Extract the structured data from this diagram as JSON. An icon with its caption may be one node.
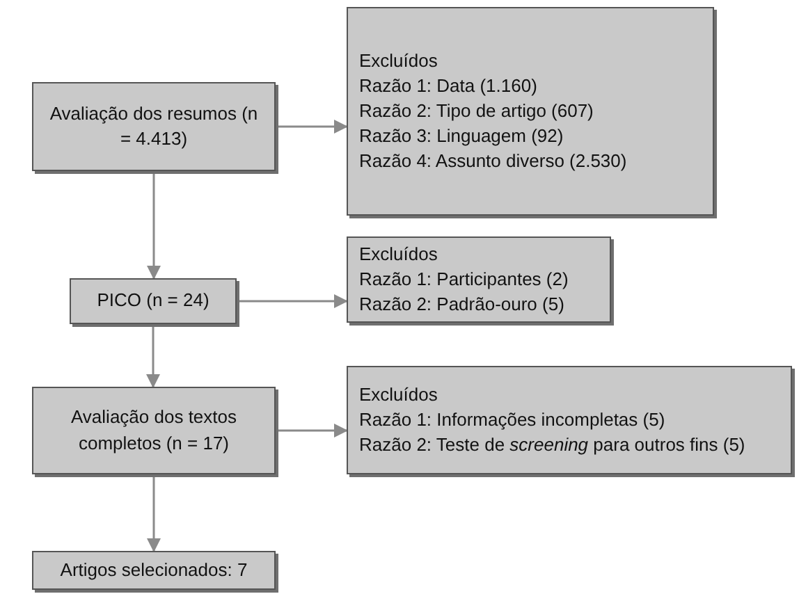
{
  "diagram": {
    "nodes": [
      {
        "text": [
          "Avaliação dos resumos (n = 4.413)"
        ]
      },
      {
        "text": [
          "Excluídos",
          "Razão 1: Data (1.160)",
          "Razão 2: Tipo de artigo (607)",
          "Razão 3: Linguagem (92)",
          "Razão 4: Assunto diverso (2.530)"
        ]
      },
      {
        "text": [
          "PICO (n = 24)"
        ]
      },
      {
        "text": [
          "Excluídos",
          "Razão 1: Participantes (2)",
          "Razão 2: Padrão-ouro (5)"
        ]
      },
      {
        "text": [
          "Avaliação dos textos completos (n = 17)"
        ]
      },
      {
        "text": [
          "Excluídos",
          "Razão 1: Informações incompletas (5)",
          "Razão 2: Teste de *screening* para outros fins (5)"
        ]
      },
      {
        "text": [
          "Artigos selecionados: 7"
        ]
      }
    ],
    "edges": [
      {
        "from": 0,
        "to": 1,
        "arrow": "to"
      },
      {
        "from": 0,
        "to": 2,
        "arrow": "to"
      },
      {
        "from": 2,
        "to": 3,
        "arrow": "to"
      },
      {
        "from": 2,
        "to": 4,
        "arrow": "to"
      },
      {
        "from": 4,
        "to": 5,
        "arrow": "to"
      },
      {
        "from": 4,
        "to": 6,
        "arrow": "to"
      }
    ]
  }
}
